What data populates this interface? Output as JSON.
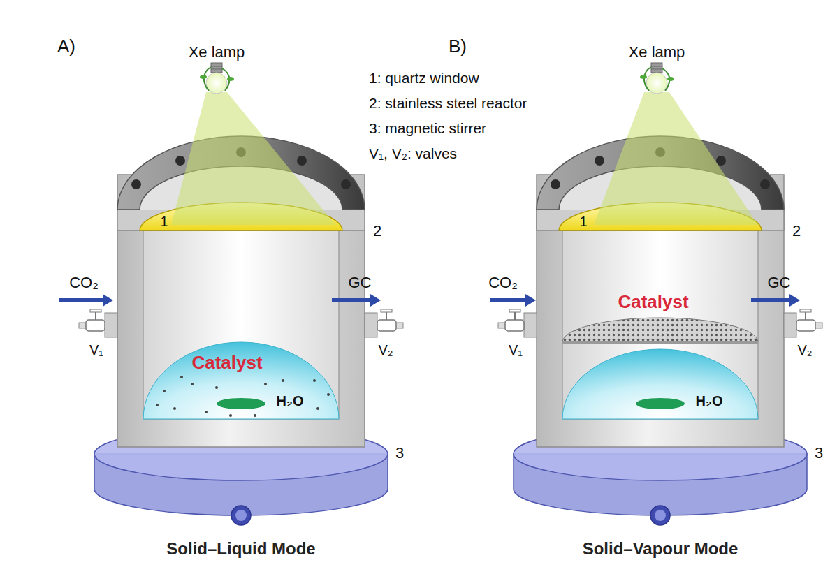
{
  "diagram": {
    "labels": [
      "A)",
      "Xe lamp",
      "1: quartz window",
      "2: stainless steel reactor",
      "3: magnetic stirrer",
      "V₁, V₂: valves",
      "B)",
      "Xe lamp",
      "1",
      "2",
      "CO₂",
      "GC",
      "V₁",
      "V₂",
      "Catalyst",
      "H₂O",
      "3",
      "Solid–Liquid Mode",
      "1",
      "2",
      "CO₂",
      "GC",
      "V₁",
      "V₂",
      "Catalyst",
      "H₂O",
      "3",
      "Solid–Vapour Mode"
    ]
  }
}
